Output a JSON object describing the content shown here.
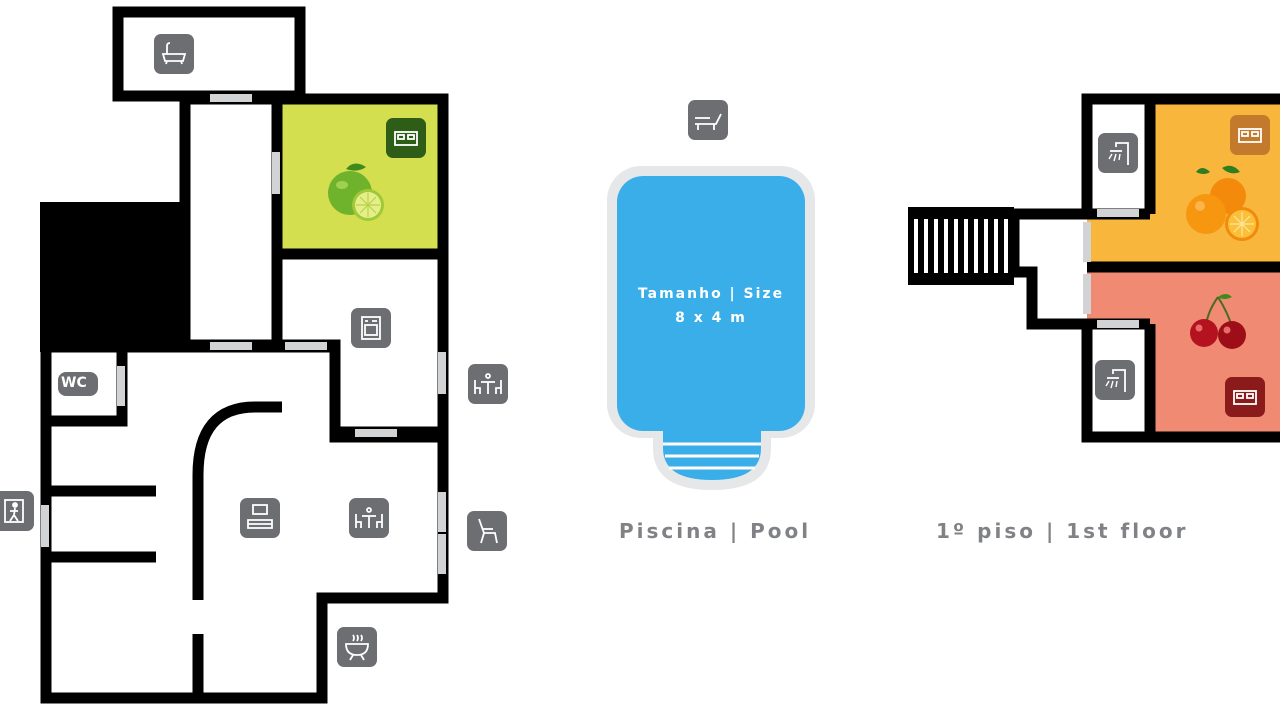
{
  "pool": {
    "size_label": "Tamanho | Size",
    "size_value": "8 x 4 m",
    "caption": "Piscina | Pool"
  },
  "first_floor": {
    "caption": "1º piso | 1st floor"
  },
  "ground_floor": {
    "wc_label": "WC"
  },
  "icons": [
    "bathtub-icon",
    "double-bed-icon",
    "oven-icon",
    "dining-table-icon",
    "exit-icon",
    "armchair-icon",
    "living-room-tv-icon",
    "barbecue-icon",
    "sun-lounger-icon",
    "shower-icon",
    "lime-fruit-icon",
    "orange-fruit-icon",
    "cherry-fruit-icon"
  ],
  "colors": {
    "wall": "#000000",
    "icon_bg": "#6d6e71",
    "lime_room": "#d4df4f",
    "lime_icon": "#2e5d18",
    "orange_room": "#f8b63d",
    "orange_icon": "#c47a2c",
    "cherry_room": "#f08a72",
    "cherry_icon": "#8b1a1a",
    "pool_water": "#39aee8",
    "pool_edge": "#e6e7e8",
    "caption": "#808285"
  }
}
